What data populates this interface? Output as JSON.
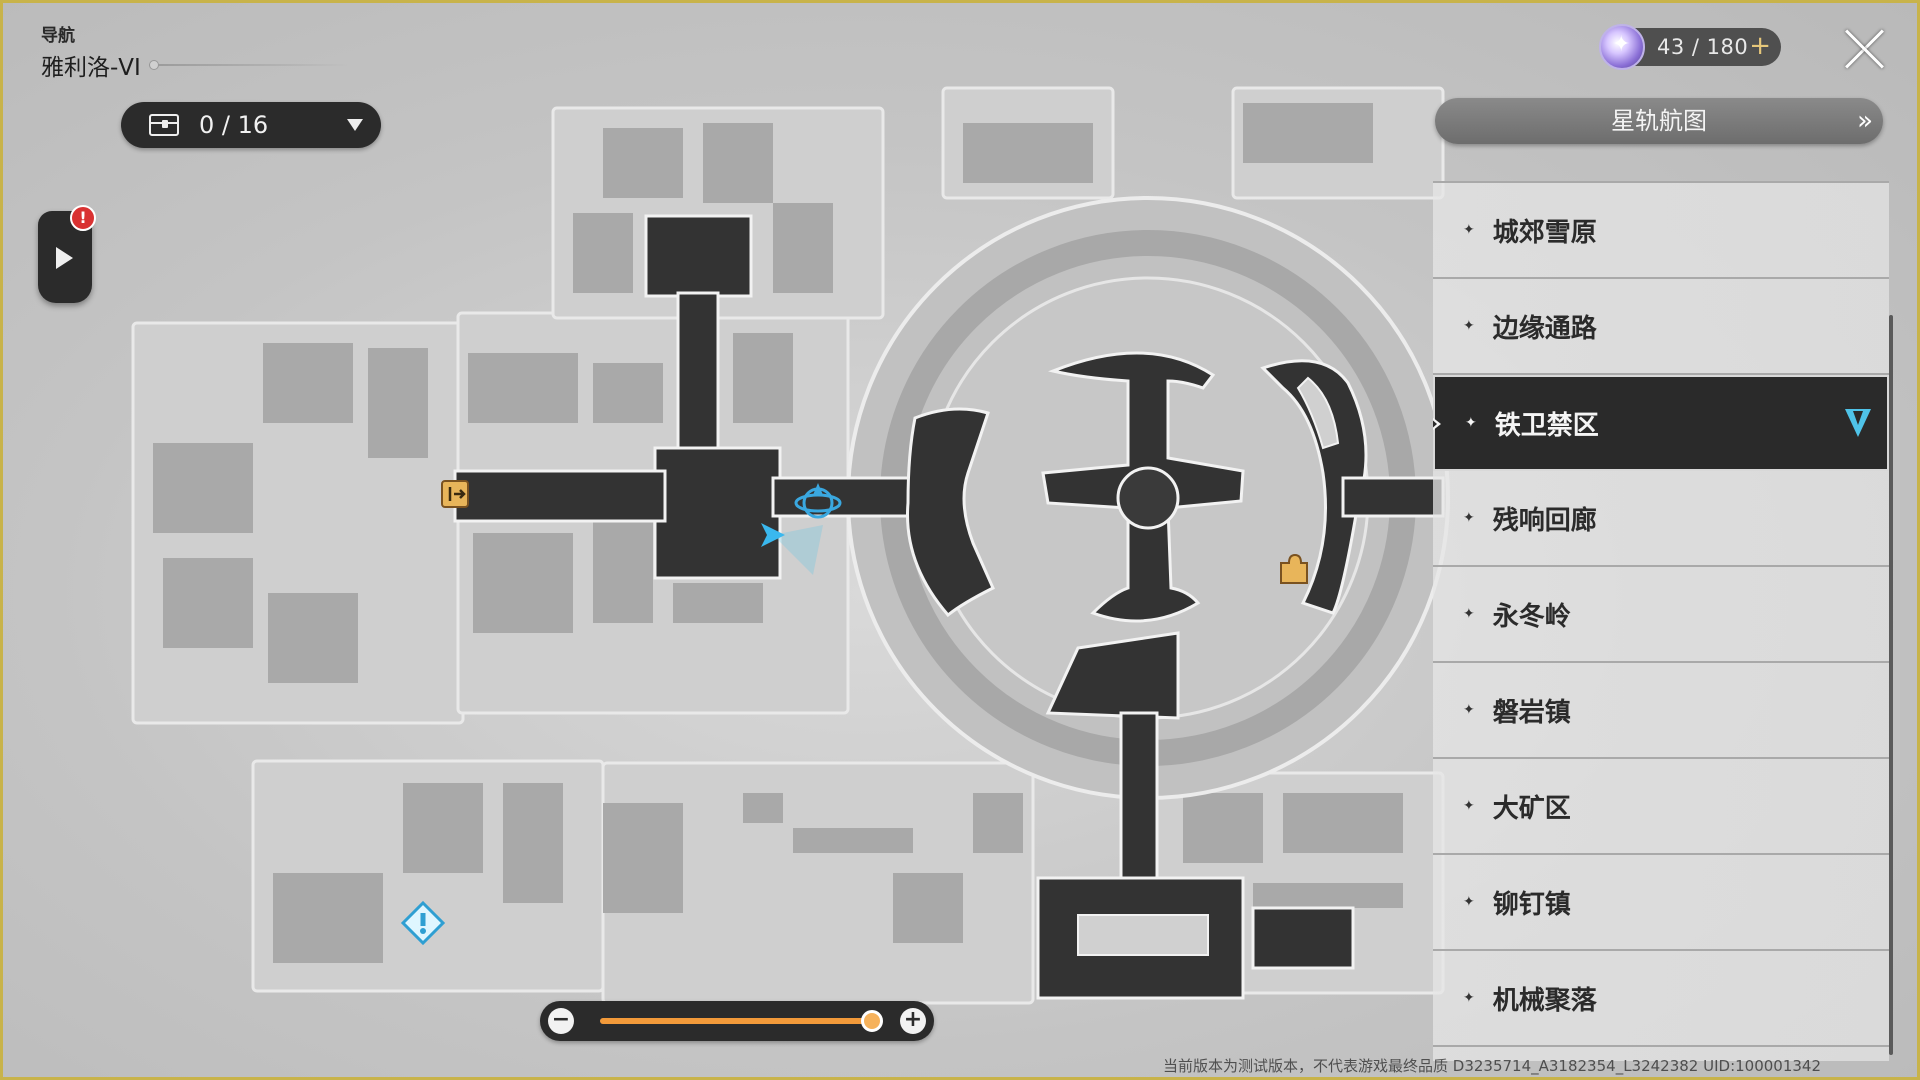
{
  "header": {
    "nav_label": "导航",
    "world_name": "雅利洛-VI"
  },
  "treasure": {
    "icon": "treasure-chest-icon",
    "count_text": "0 / 16"
  },
  "side_tab": {
    "icon": "play-icon",
    "badge": "!"
  },
  "trailblaze_power": {
    "text": "43 / 180",
    "current": 43,
    "max": 180,
    "plus": "+"
  },
  "star_rail_map": {
    "label": "星轨航图",
    "chevron": "»"
  },
  "area_list": {
    "items": [
      {
        "label": "城郊雪原",
        "active": false
      },
      {
        "label": "边缘通路",
        "active": false
      },
      {
        "label": "铁卫禁区",
        "active": true
      },
      {
        "label": "残响回廊",
        "active": false
      },
      {
        "label": "永冬岭",
        "active": false
      },
      {
        "label": "磐岩镇",
        "active": false
      },
      {
        "label": "大矿区",
        "active": false
      },
      {
        "label": "铆钉镇",
        "active": false
      },
      {
        "label": "机械聚落",
        "active": false
      }
    ],
    "star_glyph": "✦"
  },
  "zoom": {
    "minus": "−",
    "plus": "+",
    "level": 0.97
  },
  "footer": {
    "version_text": "当前版本为测试版本，不代表游戏最终品质 D3235714_A3182354_L3242382 UID:100001342"
  },
  "colors": {
    "frame_border": "#c8b34a",
    "accent_blue": "#4fc3e8",
    "zoom_orange": "#f29a3a",
    "panel_dark": "#2b2b2b"
  },
  "map_markers": [
    {
      "name": "exit-door-icon"
    },
    {
      "name": "space-anchor-icon"
    },
    {
      "name": "player-arrow-icon"
    },
    {
      "name": "puzzle-piece-icon"
    },
    {
      "name": "mission-marker-icon"
    }
  ]
}
